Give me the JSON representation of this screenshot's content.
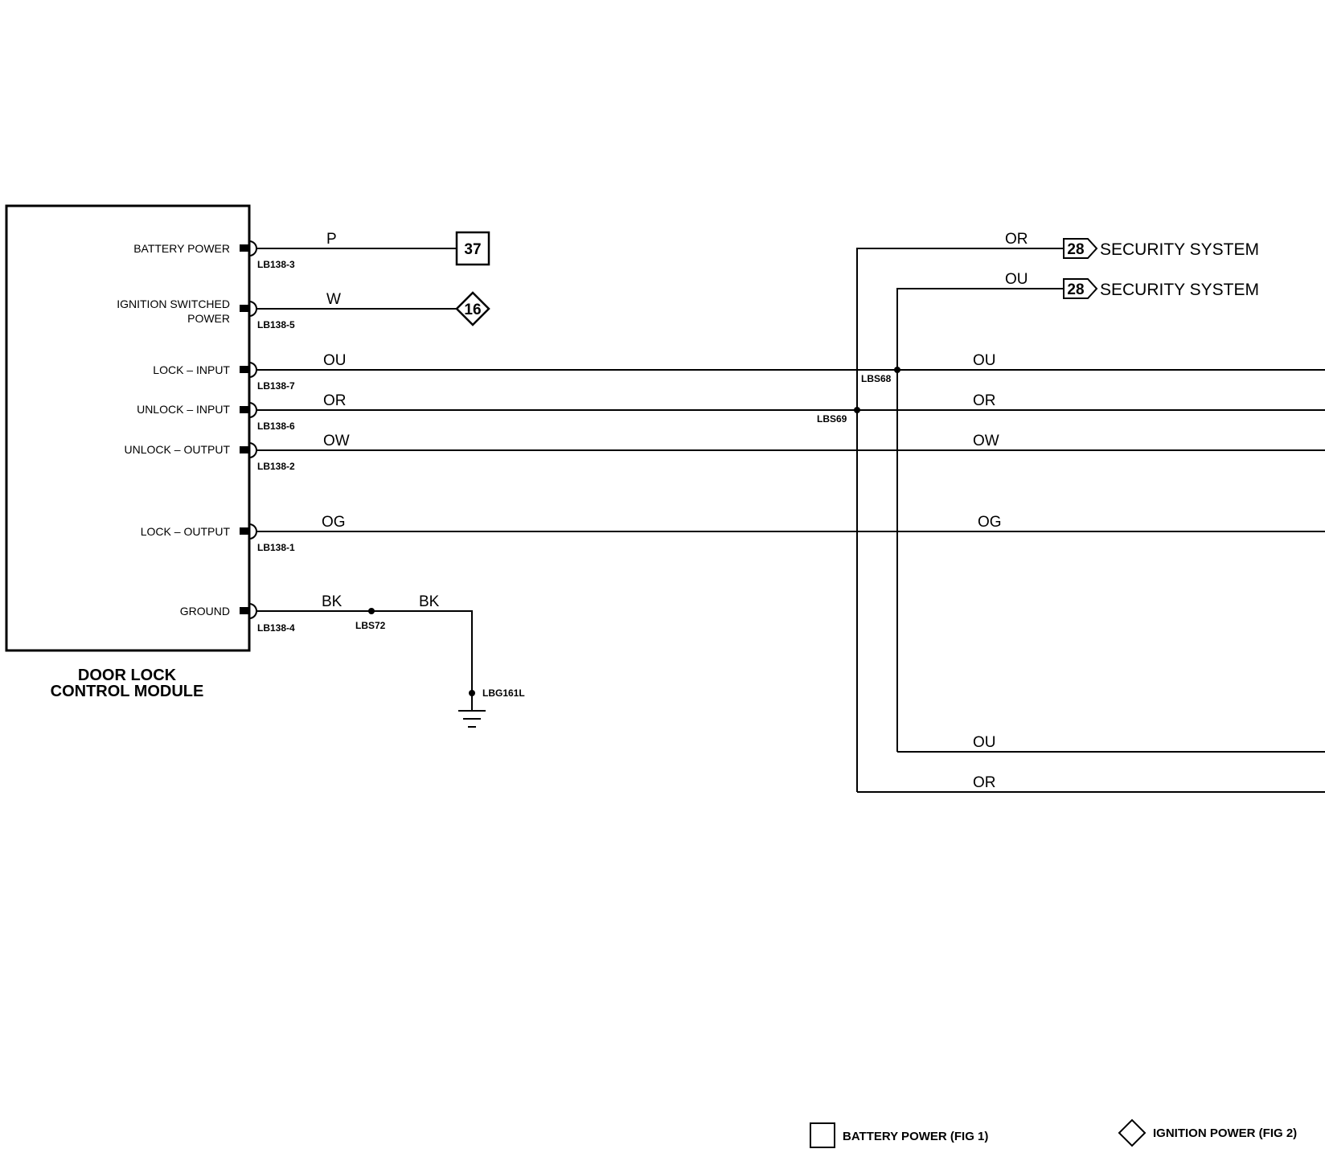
{
  "module": {
    "title_line1": "DOOR LOCK",
    "title_line2": "CONTROL MODULE",
    "pins": [
      {
        "label": "BATTERY POWER",
        "connector": "LB138-3"
      },
      {
        "label_line1": "IGNITION SWITCHED",
        "label_line2": "POWER",
        "connector": "LB138-5"
      },
      {
        "label": "LOCK – INPUT",
        "connector": "LB138-7"
      },
      {
        "label": "UNLOCK – INPUT",
        "connector": "LB138-6"
      },
      {
        "label": "UNLOCK – OUTPUT",
        "connector": "LB138-2"
      },
      {
        "label": "LOCK – OUTPUT",
        "connector": "LB138-1"
      },
      {
        "label": "GROUND",
        "connector": "LB138-4"
      }
    ]
  },
  "wires": {
    "battery": "P",
    "ignition": "W",
    "lock_input": "OU",
    "unlock_input": "OR",
    "unlock_output": "OW",
    "lock_output": "OG",
    "ground_a": "BK",
    "ground_b": "BK",
    "lock_input_right": "OU",
    "unlock_input_right": "OR",
    "unlock_output_right": "OW",
    "lock_output_right": "OG",
    "security_1": "OR",
    "security_2": "OU",
    "bottom_ou": "OU",
    "bottom_or": "OR"
  },
  "references": {
    "battery_ref": "37",
    "ignition_ref": "16",
    "security_ref_1": "28",
    "security_ref_2": "28",
    "security_label_1": "SECURITY SYSTEM",
    "security_label_2": "SECURITY SYSTEM"
  },
  "splices": {
    "lbs68": "LBS68",
    "lbs69": "LBS69",
    "lbs72": "LBS72",
    "ground_point": "LBG161L"
  },
  "legend": {
    "battery": "BATTERY POWER (FIG 1)",
    "ignition": "IGNITION POWER (FIG 2)"
  }
}
